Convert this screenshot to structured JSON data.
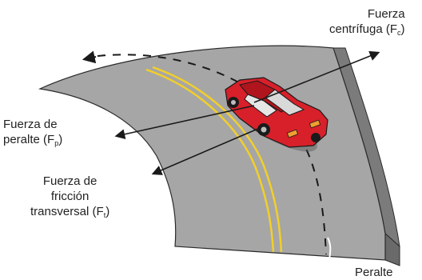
{
  "labels": {
    "centrifuga": {
      "line1": "Fuerza",
      "line2": "centrífuga (F",
      "sub": "c",
      "close": ")"
    },
    "peralte_force": {
      "line1": "Fuerza de",
      "line2": "peralte (F",
      "sub": "p",
      "close": ")"
    },
    "friccion": {
      "line1": "Fuerza de",
      "line2": "fricción",
      "line3": "transversal (F",
      "sub": "t",
      "close": ")"
    },
    "peralte": "Peralte"
  },
  "colors": {
    "road": "#a6a6a6",
    "road_side": "#7b7b7b",
    "center_lines": "#f2cf2a",
    "dashes": "#1a1a1a",
    "car_body": "#d8202a",
    "arrows": "#1a1a1a"
  }
}
